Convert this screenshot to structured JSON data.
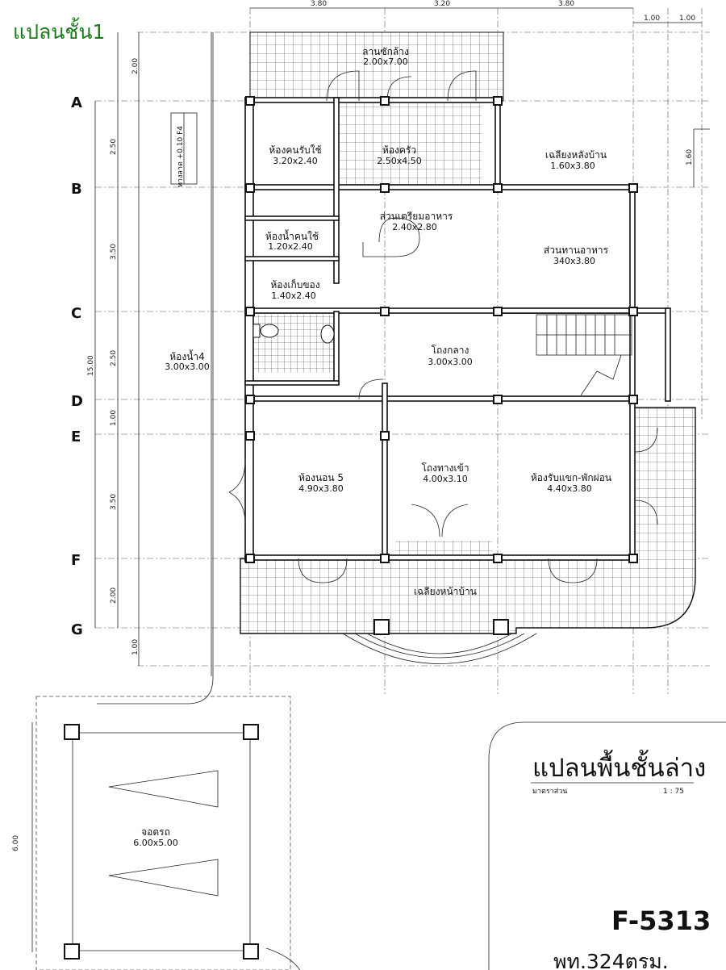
{
  "corner_label": "แปลนชั้น1",
  "sheet": {
    "title": "แปลนพื้นชั้นล่าง",
    "scale_label": "มาตราส่วน",
    "scale_value": "1 : 75",
    "code": "F-5313",
    "area": "พท.324ตรม."
  },
  "top_dims": [
    "3.80",
    "3.20",
    "3.80"
  ],
  "right_top_dims": [
    "1.00",
    "1.00"
  ],
  "right_dim": "1.60",
  "left_dims": [
    "2.00",
    "2.50",
    "3.50",
    "2.50",
    "1.00",
    "3.50",
    "2.00",
    "1.00"
  ],
  "total_dim": "15.00",
  "garage_dim": "6.00",
  "axes": [
    "A",
    "B",
    "C",
    "D",
    "E",
    "F",
    "G"
  ],
  "level_note": "ทางลาด +0.10 F4",
  "rooms": [
    {
      "name": "ลานซักล้าง",
      "size": "2.00x7.00"
    },
    {
      "name": "ห้องคนรับใช้",
      "size": "3.20x2.40"
    },
    {
      "name": "ห้องครัว",
      "size": "2.50x4.50"
    },
    {
      "name": "เฉลียงหลังบ้าน",
      "size": "1.60x3.80"
    },
    {
      "name": "ส่วนเตรียมอาหาร",
      "size": "2.40x2.80"
    },
    {
      "name": "ห้องน้ำคนใช้",
      "size": "1.20x2.40"
    },
    {
      "name": "ส่วนทานอาหาร",
      "size": "340x3.80"
    },
    {
      "name": "ห้องเก็บของ",
      "size": "1.40x2.40"
    },
    {
      "name": "ห้องน้ำ4",
      "size": "3.00x3.00"
    },
    {
      "name": "โถงกลาง",
      "size": "3.00x3.00"
    },
    {
      "name": "ห้องนอน 5",
      "size": "4.90x3.80"
    },
    {
      "name": "โถงทางเข้า",
      "size": "4.00x3.10"
    },
    {
      "name": "ห้องรับแขก-พักผ่อน",
      "size": "4.40x3.80"
    },
    {
      "name": "เฉลียงหน้าบ้าน",
      "size": ""
    },
    {
      "name": "จอดรถ",
      "size": "6.00x5.00"
    }
  ]
}
